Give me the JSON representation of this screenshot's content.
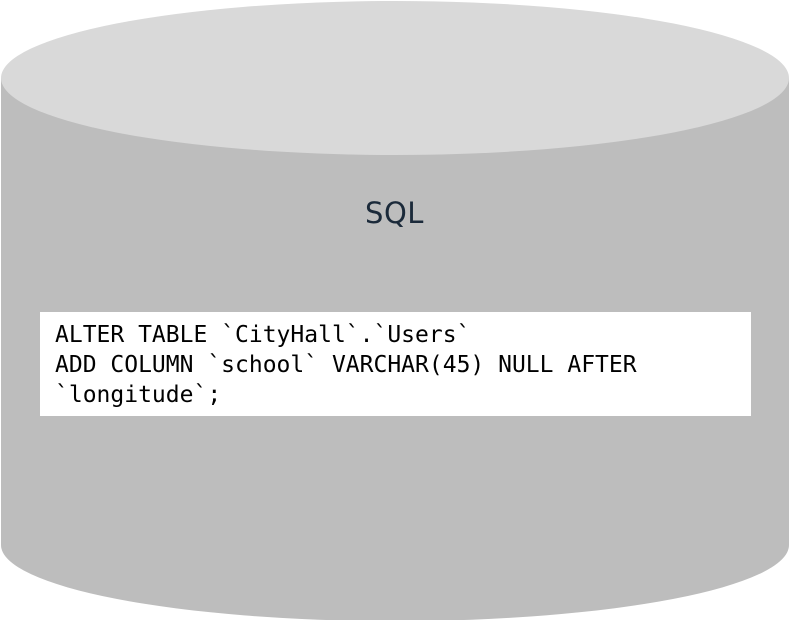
{
  "diagram": {
    "title": "SQL",
    "code_lines": [
      "ALTER TABLE `CityHall`.`Users`",
      "ADD COLUMN `school` VARCHAR(45) NULL AFTER",
      "`longitude`;"
    ],
    "colors": {
      "body": "#bdbdbd",
      "top": "#d9d9d9",
      "code_background": "#ffffff",
      "title_text": "#1b2a3a"
    }
  }
}
